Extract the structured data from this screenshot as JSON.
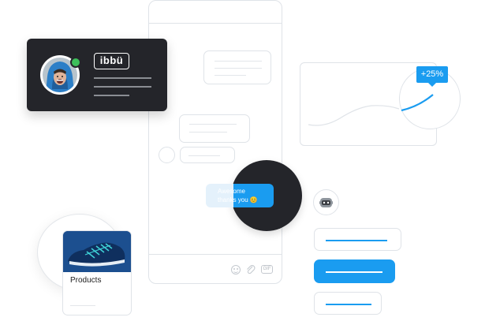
{
  "profile": {
    "logo_text": "ibbü"
  },
  "stats": {
    "badge": "+25%"
  },
  "chat": {
    "message_line1": "Awesome",
    "message_line2": "thanks you 😊"
  },
  "composer": {
    "gif_label": "GIF"
  },
  "products": {
    "label": "Products"
  },
  "colors": {
    "accent": "#1a9cf0",
    "dark": "#24252a",
    "online": "#3dbf5a"
  }
}
